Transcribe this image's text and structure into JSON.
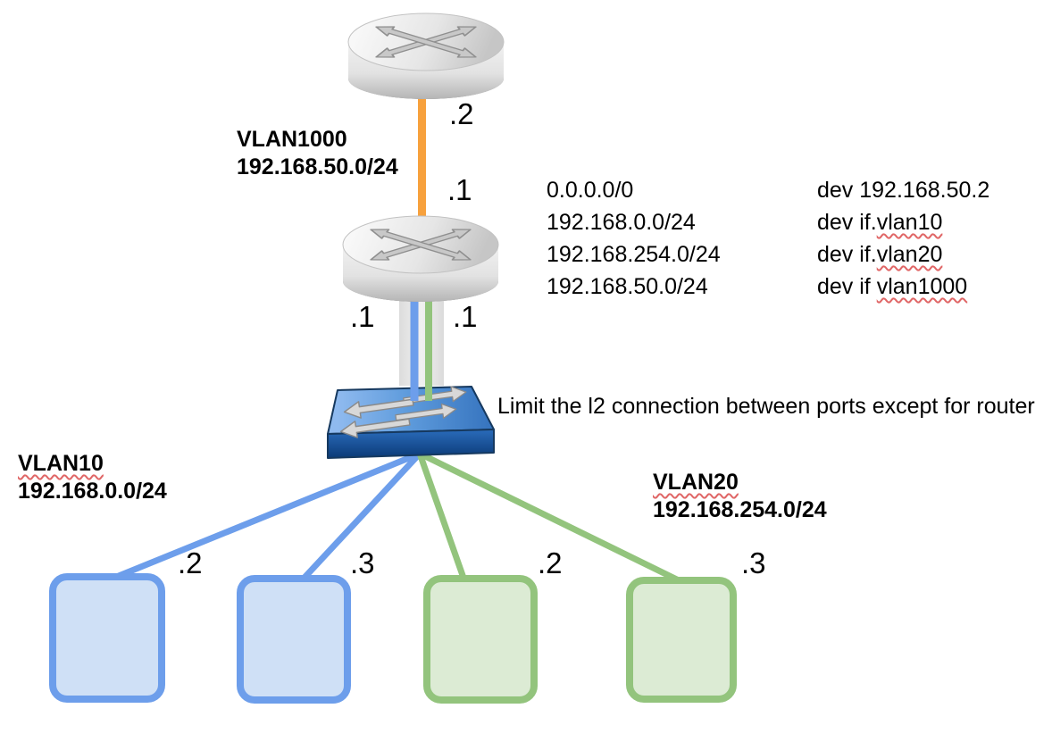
{
  "diagram": {
    "annotation": "Limit the l2 connection between ports except for router",
    "vlan1000": {
      "title": "VLAN1000",
      "subnet": "192.168.50.0/24"
    },
    "vlan10": {
      "title": "VLAN10",
      "subnet": "192.168.0.0/24"
    },
    "vlan20": {
      "title": "VLAN20",
      "subnet": "192.168.254.0/24"
    },
    "interface_labels": {
      "upstream_router": ".2",
      "router_vlan1000": ".1",
      "router_vlan10": ".1",
      "router_vlan20": ".1",
      "host_vlan10_a": ".2",
      "host_vlan10_b": ".3",
      "host_vlan20_a": ".2",
      "host_vlan20_b": ".3"
    },
    "routing_table": {
      "rows": [
        {
          "destination": "0.0.0.0/0",
          "device_prefix": "dev 192.168.50.2",
          "device_flagged": ""
        },
        {
          "destination": "192.168.0.0/24",
          "device_prefix": "dev if.",
          "device_flagged": "vlan10"
        },
        {
          "destination": "192.168.254.0/24",
          "device_prefix": "dev if.",
          "device_flagged": "vlan20"
        },
        {
          "destination": "192.168.50.0/24",
          "device_prefix": "dev if ",
          "device_flagged": "vlan1000"
        }
      ]
    },
    "icons": {
      "upstream_router": "router-icon",
      "main_router": "router-icon",
      "switch": "l2-switch-icon",
      "hosts": [
        "host-box",
        "host-box",
        "host-box",
        "host-box"
      ]
    },
    "colors": {
      "vlan1000_link": "#F7A13D",
      "vlan10_link": "#6D9EEB",
      "vlan20_link": "#93C47D",
      "trunk_link": "#E7E7E7",
      "host_vlan10_fill": "#CFE0F6",
      "host_vlan10_border": "#6D9EEB",
      "host_vlan20_fill": "#DCEBD4",
      "host_vlan20_border": "#93C47D",
      "switch_top": "#5E9BDC",
      "switch_front": "#14508F",
      "router_silver": "#D9D9D9",
      "spellcheck_underline": "#E06666",
      "text": "#000000"
    }
  }
}
